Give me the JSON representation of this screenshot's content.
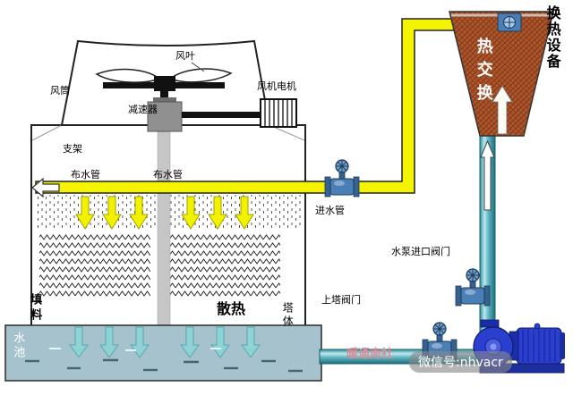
{
  "diagram_type": "cooling-tower-heat-exchange-system",
  "labels": {
    "fan_blade": "风叶",
    "fan_duct": "风筒",
    "fan_motor": "风机电机",
    "reducer": "减速器",
    "support_frame": "支架",
    "water_distribution_pipe": "布水管",
    "water_inlet_pipe": "进水管",
    "pump_inlet_valve": "水泵进口阀门",
    "tower_inlet_valve": "上塔阀门",
    "fill_material": "填料",
    "heat_dissipation": "散热",
    "tower_body": "塔体",
    "water_pool": "水池",
    "heat_exchange": "热交换",
    "heat_exchange_equipment": "换热设备"
  },
  "watermarks": {
    "brand": "暖通南社",
    "wechat": "微信号:nhvacr"
  },
  "colors": {
    "hot_pipe": "#f4f400",
    "cold_pipe": "#63b7c3",
    "heat_exchanger": "#b0562c",
    "pool": "#a6c3cd",
    "pump": "#2a3fd0",
    "valve": "#4a7fb5",
    "spray_arrow": "#f2f200",
    "pool_arrow": "#8ed2d6"
  }
}
